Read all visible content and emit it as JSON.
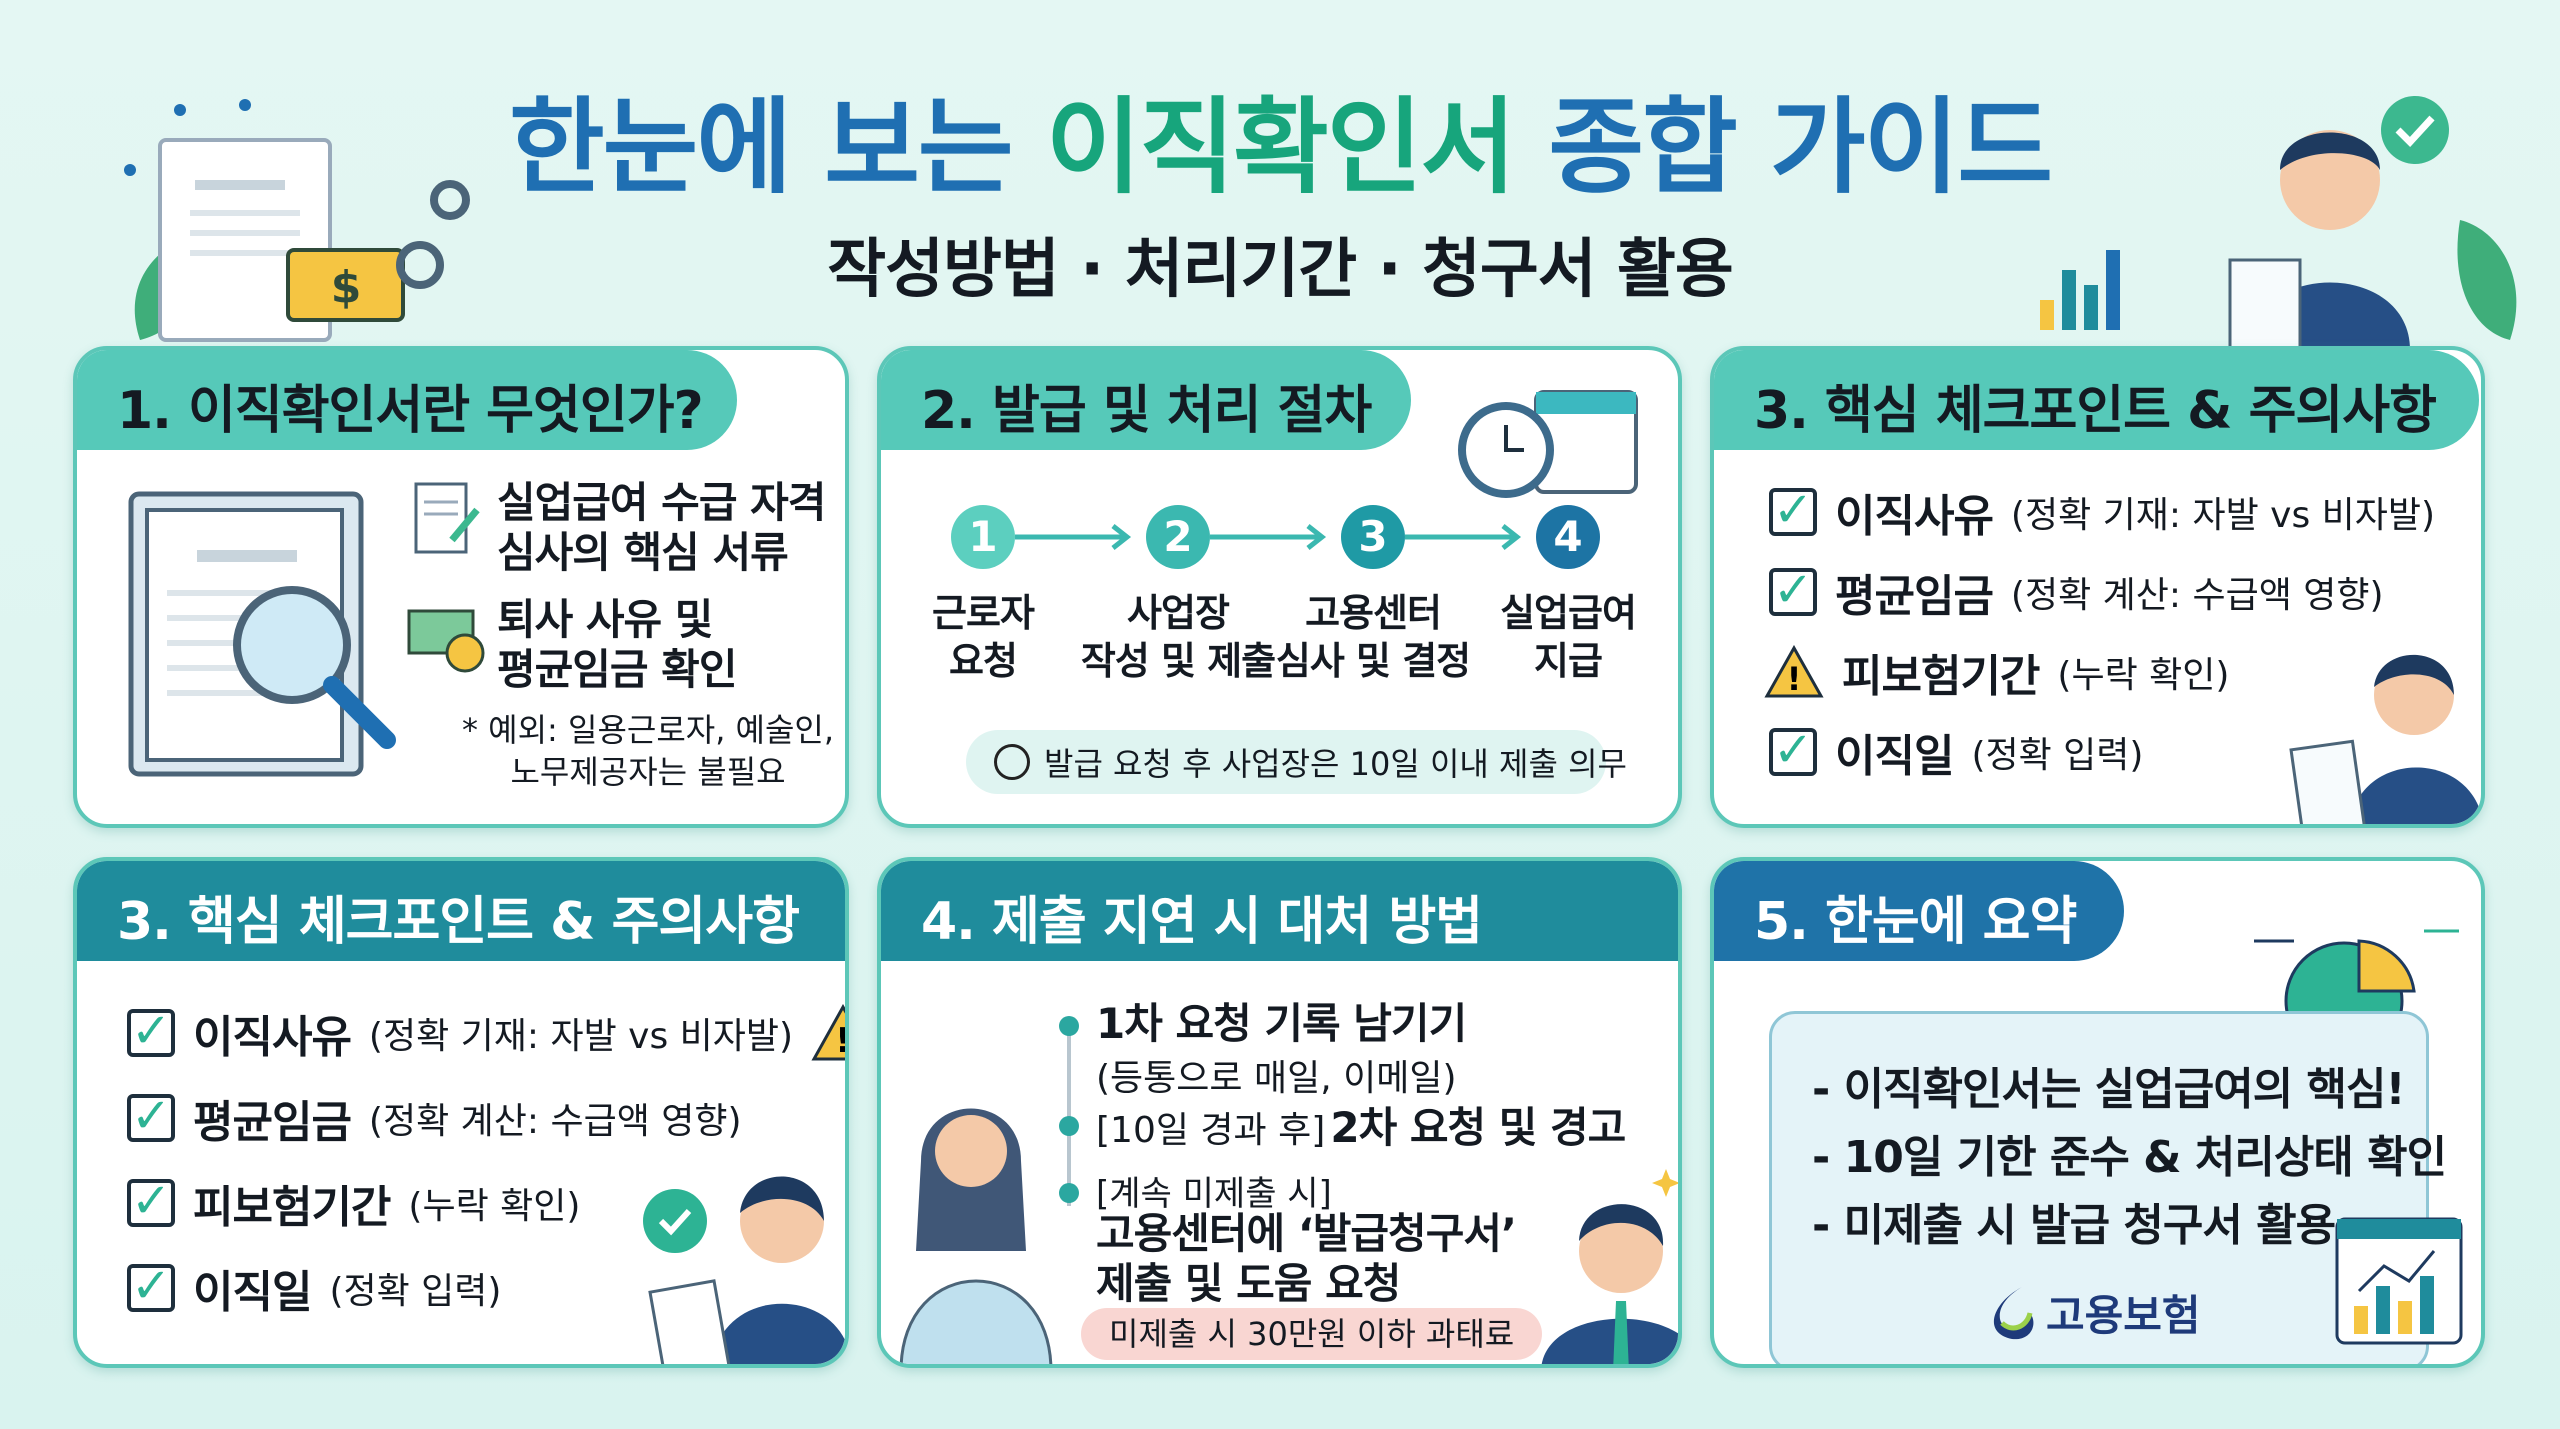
{
  "header": {
    "title_part1": "한눈에 보는",
    "title_part2": "이직확인서",
    "title_part3": "종합 가이드",
    "subtitle": "작성방법 · 처리기간 · 청구서 활용",
    "money_symbol": "$"
  },
  "colors": {
    "title_blue": "#1f6fb2",
    "title_green": "#17a57c",
    "teal": "#56c9b9",
    "dark_teal": "#1f8c9c",
    "blue": "#1f73a8",
    "warning": "#f5c542",
    "fine_bg": "#f9d6d2"
  },
  "section1": {
    "title": "1. 이직확인서란 무엇인가?",
    "items": [
      {
        "icon": "document-pen-icon",
        "text": "실업급여 수급 자격\n심사의 핵심 서류"
      },
      {
        "icon": "money-icon",
        "text": "퇴사 사유 및\n평균임금 확인"
      }
    ],
    "note": "* 예외: 일용근로자, 예술인,\n노무제공자는 불필요"
  },
  "section2": {
    "title": "2. 발급 및 처리 절차",
    "steps": [
      {
        "num": "1",
        "label": "근로자\n요청",
        "color": "#5ccfbf"
      },
      {
        "num": "2",
        "label": "사업장\n작성 및 제출",
        "color": "#3bb8b0"
      },
      {
        "num": "3",
        "label": "고용센터\n심사 및 결정",
        "color": "#1f9aa5"
      },
      {
        "num": "4",
        "label": "실업급여\n지급",
        "color": "#1d74a4"
      }
    ],
    "notice": "발급 요청 후 사업장은 10일 이내 제출 의무"
  },
  "section3a": {
    "title": "3. 핵심 체크포인트 & 주의사항",
    "items": [
      {
        "icon": "checkbox-icon",
        "bold": "이직사유",
        "note": "(정확 기재: 자발 vs 비자발)"
      },
      {
        "icon": "checkbox-icon",
        "bold": "평균임금",
        "note": "(정확 계산: 수급액 영향)"
      },
      {
        "icon": "warning-icon",
        "bold": "피보험기간",
        "note": "(누락 확인)"
      },
      {
        "icon": "checkbox-icon",
        "bold": "이직일",
        "note": "(정확 입력)"
      }
    ]
  },
  "section3b": {
    "title": "3. 핵심 체크포인트 & 주의사항",
    "items": [
      {
        "icon": "checkbox-icon",
        "bold": "이직사유",
        "note": "(정확 기재: 자발 vs 비자발)"
      },
      {
        "icon": "checkbox-icon",
        "bold": "평균임금",
        "note": "(정확 계산: 수급액 영향)"
      },
      {
        "icon": "checkbox-icon",
        "bold": "피보험기간",
        "note": "(누락 확인)"
      },
      {
        "icon": "checkbox-icon",
        "bold": "이직일",
        "note": "(정확 입력)"
      }
    ]
  },
  "section4": {
    "title": "4. 제출 지연 시 대처 방법",
    "step1_main": "1차 요청 기록 남기기",
    "step1_sub": "(등통으로 매일, 이메일)",
    "step2_prefix": "[10일 경과 후]",
    "step2_main": "2차 요청 및 경고",
    "step3_prefix": "[계속 미제출 시]",
    "step3_main": "고용센터에 ‘발급청구서’\n제출 및 도움 요청",
    "penalty": "미제출 시 30만원 이하 과태료"
  },
  "section5": {
    "title": "5. 한눈에 요약",
    "points": [
      "- 이직확인서는 실업급여의 핵심!",
      "- 10일 기한 준수 & 처리상태 확인",
      "- 미제출 시 발급 청구서 활용"
    ],
    "logo_text": "고용보험"
  }
}
